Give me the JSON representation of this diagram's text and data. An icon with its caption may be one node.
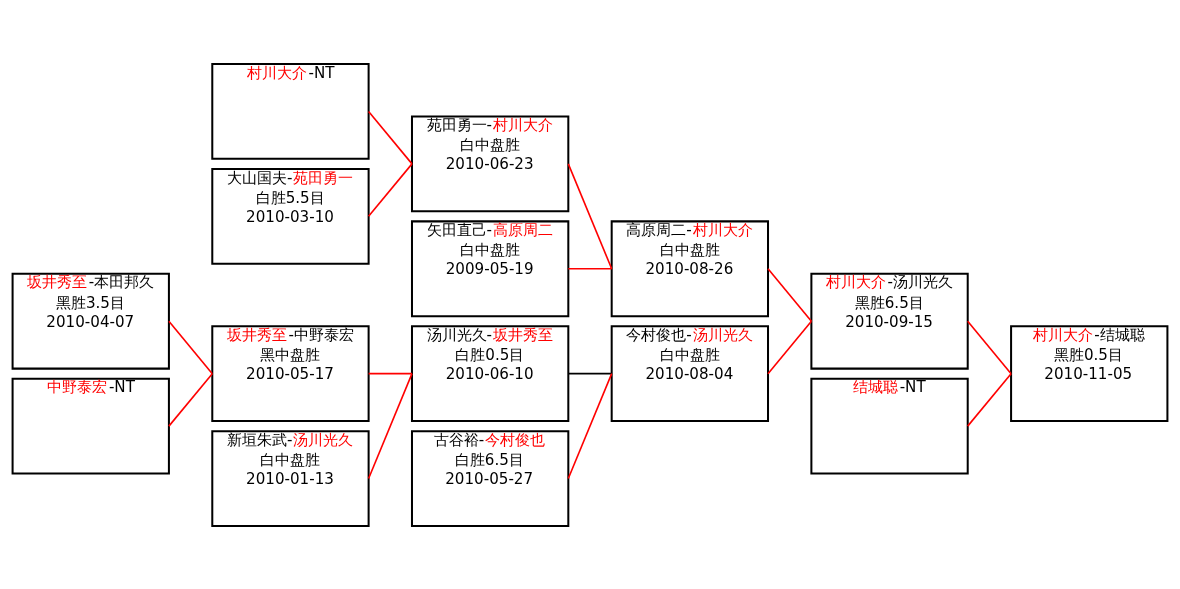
{
  "diagram": {
    "nodes": [
      {
        "text": [
          "村川大介-NT"
        ]
      },
      {
        "text": [
          "苑田勇一-村川大介",
          "白中盘胜",
          "2010-06-23"
        ]
      },
      {
        "text": [
          "大山国夫-苑田勇一",
          "白胜5.5目",
          "2010-03-10"
        ]
      },
      {
        "text": [
          "高原周二-村川大介",
          "白中盘胜",
          "2010-08-26"
        ]
      },
      {
        "text": [
          "矢田直己-高原周二",
          "白中盘胜",
          "2009-05-19"
        ]
      },
      {
        "text": [
          "坂井秀至-本田邦久",
          "黑胜3.5目",
          "2010-04-07"
        ]
      },
      {
        "text": [
          "村川大介-汤川光久",
          "黑胜6.5目",
          "2010-09-15"
        ]
      },
      {
        "text": [
          "坂井秀至-中野泰宏",
          "黑中盘胜",
          "2010-05-17"
        ]
      },
      {
        "text": [
          "村川大介-结城聪",
          "黑胜0.5目",
          "2010-11-05"
        ]
      },
      {
        "text": [
          "中野泰宏-NT"
        ]
      },
      {
        "text": [
          "汤川光久-坂井秀至",
          "白胜0.5目",
          "2010-06-10"
        ]
      },
      {
        "text": [
          "今村俊也-汤川光久",
          "白中盘胜",
          "2010-08-04"
        ]
      },
      {
        "text": [
          "新垣朱武-汤川光久",
          "白中盘胜",
          "2010-01-13"
        ]
      },
      {
        "text": [
          "古谷裕-今村俊也",
          "白胜6.5目",
          "2010-05-27"
        ]
      },
      {
        "text": [
          "结城聪-NT"
        ]
      }
    ],
    "edges": [
      {
        "from": 0,
        "to": 1,
        "arrow": "none"
      },
      {
        "from": 2,
        "to": 1,
        "arrow": "none"
      },
      {
        "from": 1,
        "to": 3,
        "arrow": "none"
      },
      {
        "from": 4,
        "to": 3,
        "arrow": "none"
      },
      {
        "from": 3,
        "to": 6,
        "arrow": "none"
      },
      {
        "from": 5,
        "to": 7,
        "arrow": "none"
      },
      {
        "from": 9,
        "to": 7,
        "arrow": "none"
      },
      {
        "from": 7,
        "to": 10,
        "arrow": "none"
      },
      {
        "from": 12,
        "to": 10,
        "arrow": "none"
      },
      {
        "from": 10,
        "to": 11,
        "arrow": "none",
        "color": "#000000"
      },
      {
        "from": 13,
        "to": 11,
        "arrow": "none"
      },
      {
        "from": 11,
        "to": 6,
        "arrow": "none"
      },
      {
        "from": 6,
        "to": 8,
        "arrow": "none"
      },
      {
        "from": 14,
        "to": 8,
        "arrow": "none"
      }
    ]
  }
}
